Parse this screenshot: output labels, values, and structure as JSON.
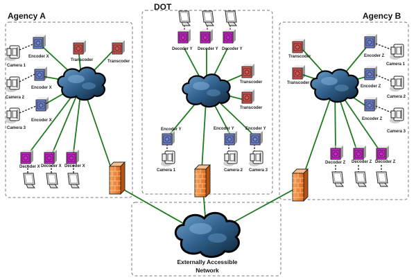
{
  "zones": {
    "agency_a": {
      "title": "Agency A"
    },
    "dot": {
      "title": "DOT"
    },
    "agency_b": {
      "title": "Agency B"
    },
    "external": {
      "title_line1": "Externally Accessible",
      "title_line2": "Network"
    }
  },
  "agency_a": {
    "cameras": [
      "Camera 1",
      "Camera 2",
      "Camera 3"
    ],
    "encoders": [
      "Encoder X",
      "Encoder X",
      "Encoder X"
    ],
    "transcoders": [
      "Transcoder",
      "Transcoder"
    ],
    "decoders": [
      "Decoder X",
      "Decoder X",
      "Decoder X"
    ]
  },
  "dot": {
    "decoders": [
      "Decoder Y",
      "Decoder Y",
      "Decoder Y"
    ],
    "transcoders": [
      "Transcoder",
      "Transcoder"
    ],
    "encoders": [
      "Encoder Y",
      "Encoder Y",
      "Encoder Y"
    ],
    "cameras": [
      "Camera 1",
      "Camera 2",
      "Camera 3"
    ]
  },
  "agency_b": {
    "transcoders": [
      "Transcoder",
      "Transcoder"
    ],
    "encoders": [
      "Encoder Z",
      "Encoder Z",
      "Encoder Z"
    ],
    "cameras": [
      "Camera 1",
      "Camera 2",
      "Camera 3"
    ],
    "decoders": [
      "Decoder Z",
      "Decoder Z",
      "Decoder Z"
    ]
  },
  "colors": {
    "link": "#1e7a1e",
    "encoder": "#6f86d6",
    "decoder": "#d21fd2",
    "transcoder": "#d9534f",
    "firewall": "#f08a3c",
    "cloud": "#3a6c96"
  }
}
